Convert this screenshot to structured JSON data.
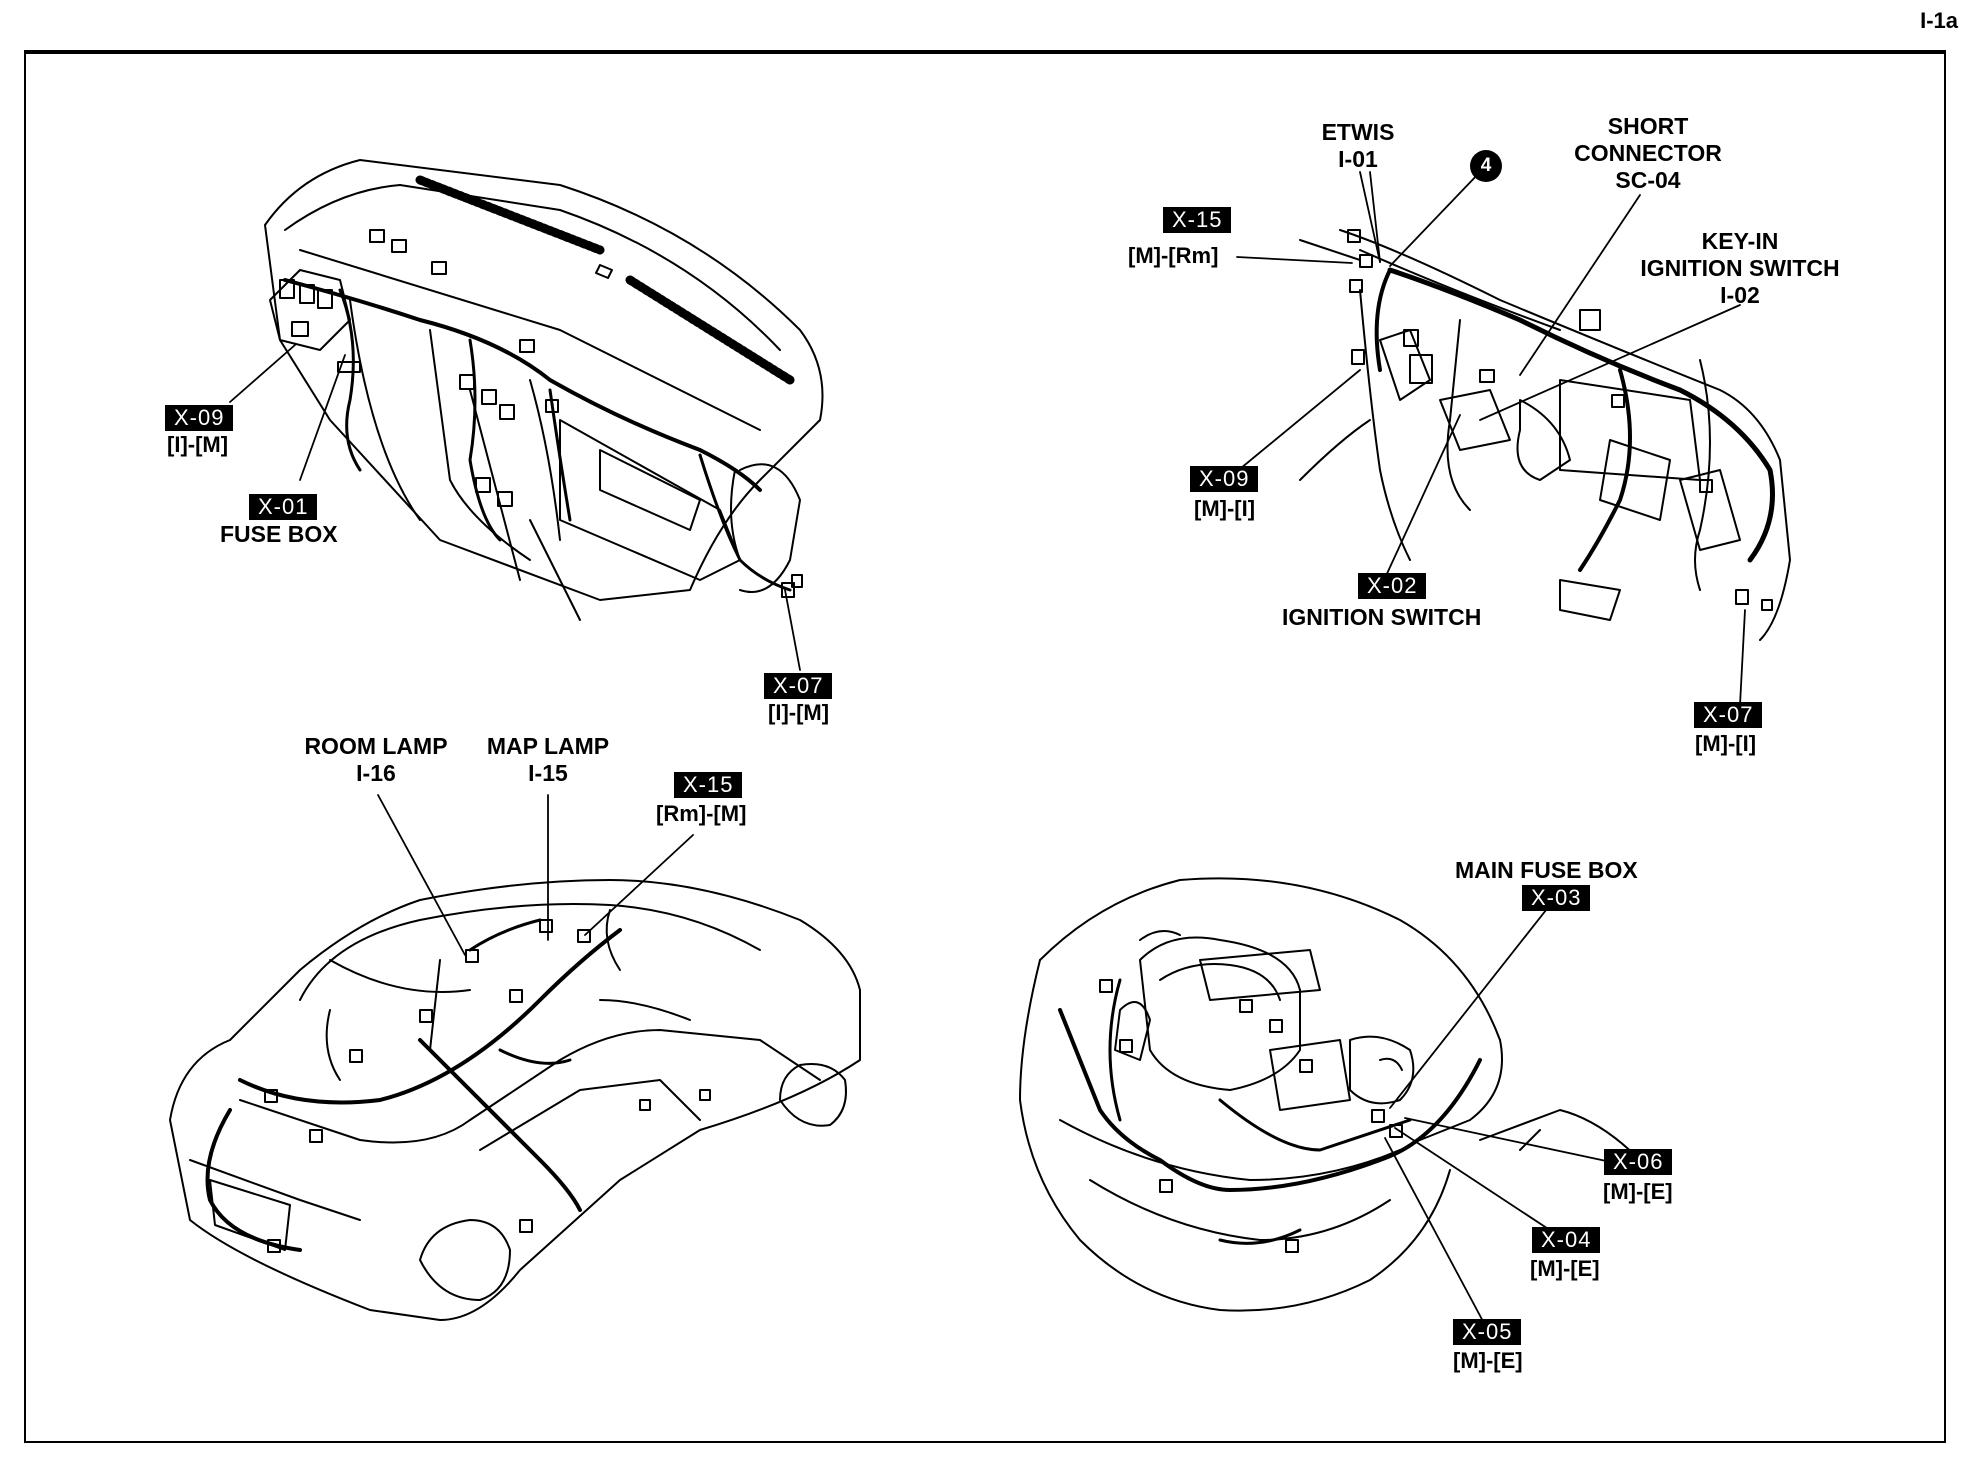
{
  "page_number": "I-1a",
  "dashboard_left": {
    "x09": {
      "tag": "X-09",
      "code": "[I]-[M]"
    },
    "x01": {
      "tag": "X-01",
      "label": "FUSE BOX"
    },
    "x07": {
      "tag": "X-07",
      "code": "[I]-[M]"
    }
  },
  "dashboard_right": {
    "etwis": {
      "name": "ETWIS",
      "id": "I-01"
    },
    "marker": "4",
    "short_connector": {
      "line1": "SHORT",
      "line2": "CONNECTOR",
      "id": "SC-04"
    },
    "key_in": {
      "line1": "KEY-IN",
      "line2": "IGNITION SWITCH",
      "id": "I-02"
    },
    "x15": {
      "tag": "X-15",
      "code": "[M]-[Rm]"
    },
    "x09": {
      "tag": "X-09",
      "code": "[M]-[I]"
    },
    "x02": {
      "tag": "X-02",
      "label": "IGNITION SWITCH"
    },
    "x07": {
      "tag": "X-07",
      "code": "[M]-[I]"
    }
  },
  "car_interior": {
    "room_lamp": {
      "name": "ROOM LAMP",
      "id": "I-16"
    },
    "map_lamp": {
      "name": "MAP LAMP",
      "id": "I-15"
    },
    "x15": {
      "tag": "X-15",
      "code": "[Rm]-[M]"
    }
  },
  "engine_bay": {
    "main_fuse": {
      "name": "MAIN FUSE BOX",
      "tag": "X-03"
    },
    "x06": {
      "tag": "X-06",
      "code": "[M]-[E]"
    },
    "x04": {
      "tag": "X-04",
      "code": "[M]-[E]"
    },
    "x05": {
      "tag": "X-05",
      "code": "[M]-[E]"
    }
  }
}
